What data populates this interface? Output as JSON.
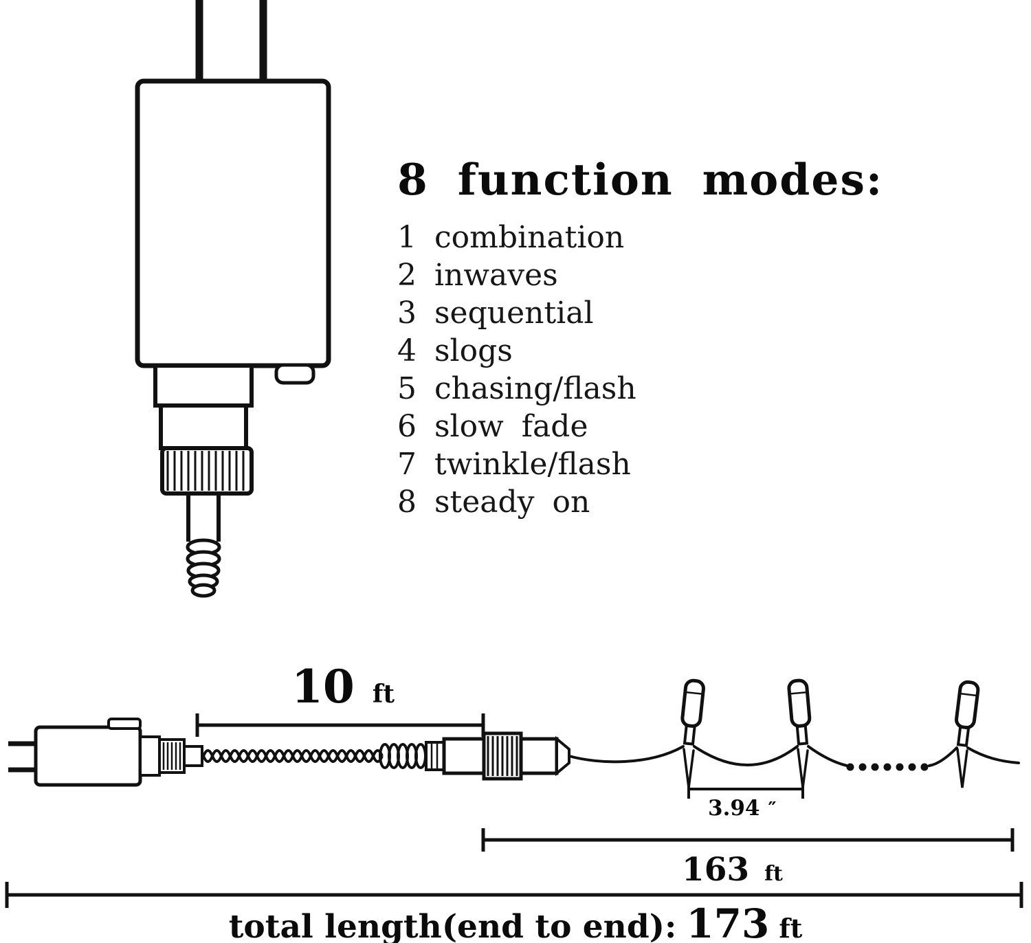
{
  "modes": {
    "heading": "8 function modes:",
    "items": [
      "1 combination",
      "2 inwaves",
      "3 sequential",
      "4 slogs",
      "5 chasing/flash",
      "6 slow fade",
      "7 twinkle/flash",
      "8 steady on"
    ]
  },
  "dimensions": {
    "lead": {
      "value": "10",
      "unit": "ft"
    },
    "bulb_spacing": {
      "value": "3.94",
      "unit": "″"
    },
    "lit_length": {
      "value": "163",
      "unit": "ft"
    },
    "total": {
      "label": "total length(end to end):",
      "value": "173",
      "unit": "ft"
    }
  },
  "colors": {
    "ink": "#111111",
    "background": "#ffffff"
  }
}
